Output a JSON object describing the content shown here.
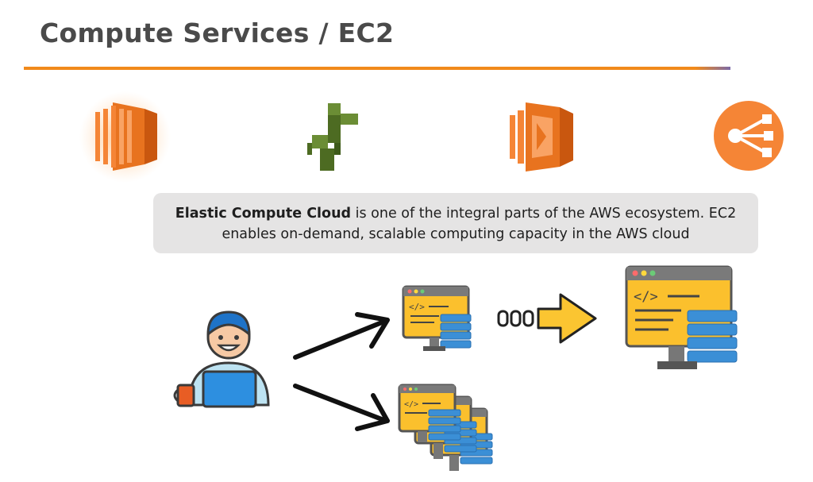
{
  "slide": {
    "title": "Compute Services / EC2",
    "caption_bold": "Elastic Compute Cloud",
    "caption_rest_line1": " is one of the integral parts of the AWS ecosystem. EC2",
    "caption_line2": "enables on-demand, scalable computing capacity in the AWS cloud"
  },
  "icons": [
    {
      "name": "ec2-icon",
      "color": "#f58536"
    },
    {
      "name": "elastic-beanstalk-icon",
      "color": "#4d6b22"
    },
    {
      "name": "lambda-icon",
      "color": "#f58536"
    },
    {
      "name": "elastic-load-balancing-icon",
      "color": "#f58536"
    }
  ],
  "colors": {
    "accent_orange": "#f18a1b",
    "server_yellow": "#fbc02d",
    "server_blue": "#3b8fd6",
    "arrow_yellow": "#fbc531"
  }
}
